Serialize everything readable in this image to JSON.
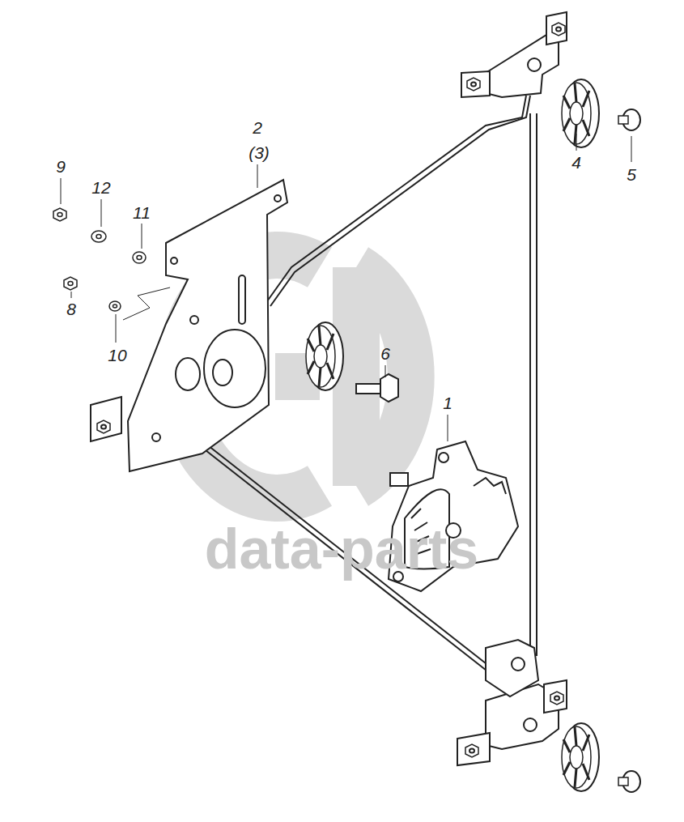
{
  "diagram": {
    "labels": [
      "2",
      "(3)",
      "9",
      "12",
      "11",
      "8",
      "10",
      "4",
      "5",
      "6",
      "1",
      "data-parts"
    ]
  }
}
